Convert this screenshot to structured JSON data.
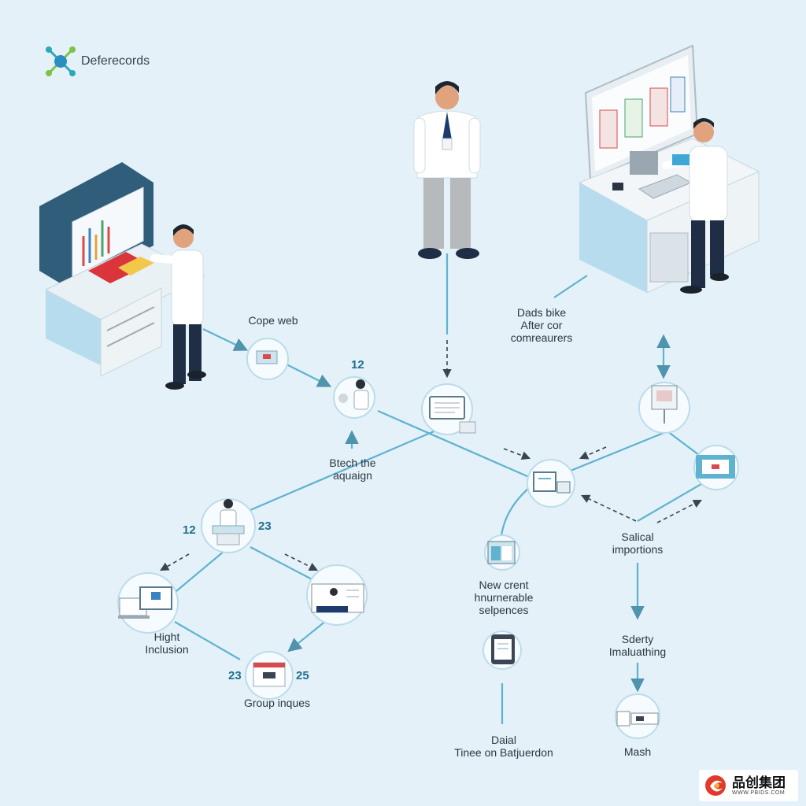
{
  "brand": {
    "name": "Deferecords"
  },
  "watermark": {
    "text": "品创集团",
    "url": "WWW.PBIDS.COM"
  },
  "numbers": {
    "n12_top": "12",
    "n12_left": "12",
    "n23_mid": "23",
    "n23_bottom": "23",
    "n25_bottom": "25"
  },
  "labels": {
    "cope_web": "Cope web",
    "dads_bike": "Dads bike\nAfter cor\ncomreaurers",
    "btech": "Btech the\naquaign",
    "salical": "Salical\nimportions",
    "new_crent": "New crent\nhnurnerable\nselpences",
    "sderty": "Sderty\nImaluathing",
    "hight": "Hight\nInclusion",
    "group": "Group inques",
    "daial": "Daial\nTinee on Batjuerdon",
    "mash": "Mash"
  },
  "colors": {
    "background": "#e4f1f8",
    "connector": "#5fb3cf",
    "node_fill": "#f5fbfe",
    "node_ring": "#bcdceb",
    "accent": "#1f6f8b"
  }
}
